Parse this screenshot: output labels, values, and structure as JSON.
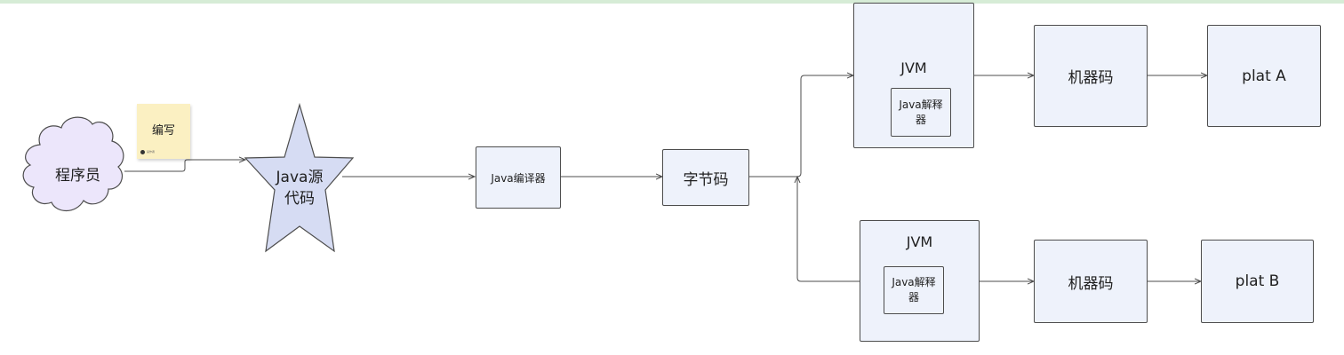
{
  "nodes": {
    "programmer": "程序员",
    "note": "编写",
    "note_author": "某作者",
    "source": "Java源\n代码",
    "compiler": "Java编译器",
    "bytecode": "字节码",
    "jvm_a": "JVM",
    "interp_a": "Java解释\n器",
    "machine_a": "机器码",
    "plat_a": "plat A",
    "jvm_b": "JVM",
    "interp_b": "Java解释\n器",
    "machine_b": "机器码",
    "plat_b": "plat B"
  },
  "colors": {
    "cloud_fill": "#ece6fb",
    "star_fill": "#d6dcf3",
    "box_fill": "#eef2fb",
    "note_fill": "#fbf0c2",
    "stroke": "#4d4d4d"
  }
}
